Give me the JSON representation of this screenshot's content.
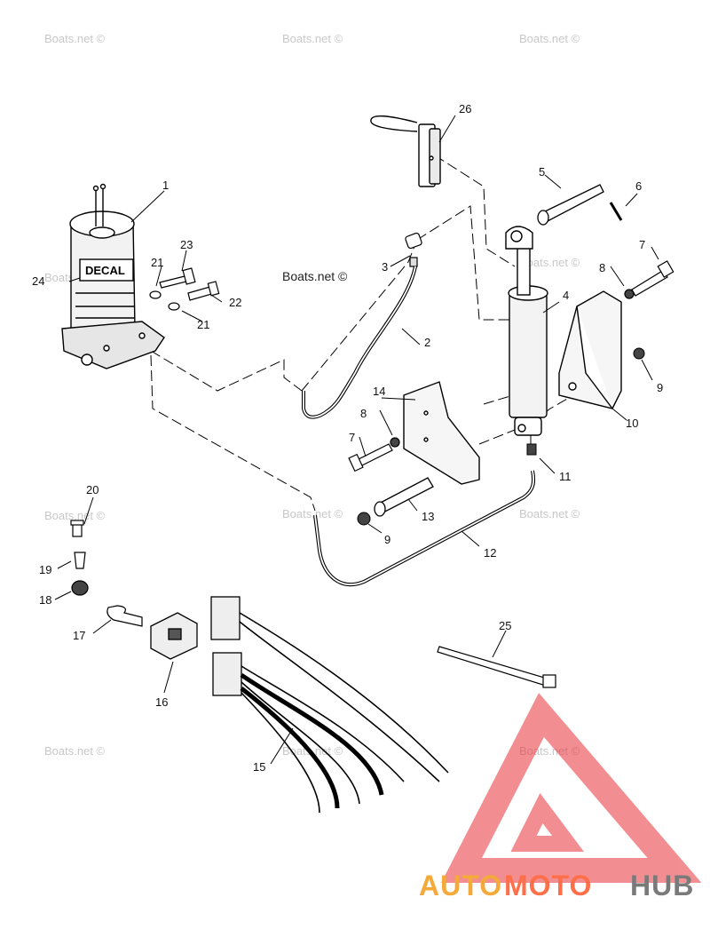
{
  "watermark": "Boats.net ©",
  "diagram_caption": "Boats.net ©",
  "decal_label": "DECAL",
  "callouts": [
    "1",
    "2",
    "3",
    "4",
    "5",
    "6",
    "7",
    "7",
    "8",
    "8",
    "9",
    "9",
    "10",
    "11",
    "12",
    "13",
    "14",
    "15",
    "16",
    "17",
    "18",
    "19",
    "20",
    "21",
    "21",
    "22",
    "23",
    "24",
    "25",
    "26"
  ],
  "logo": {
    "part1": "AUTO",
    "part2": "MOTO",
    "part3": "HUB",
    "color1": "#f4a93a",
    "color2": "#ff6f4a",
    "color3": "#7a7a7a",
    "triangle_color": "#e8333a"
  }
}
